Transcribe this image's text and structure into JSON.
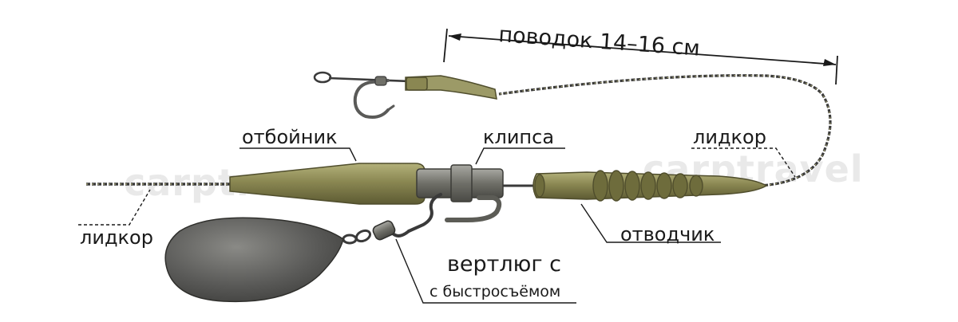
{
  "labels": {
    "leader_length": "поводок 14–16 см",
    "tail_rubber": "отбойник",
    "clip": "клипса",
    "leadcore_right": "лидкор",
    "leadcore_left": "лидкор",
    "anti_tangle_sleeve": "отводчик",
    "swivel_line1": "вертлюг с",
    "swivel_line2": "с быстросъёмом"
  },
  "watermarks": [
    "carptravel",
    "carptravel"
  ],
  "colors": {
    "olive": "#8a8752",
    "olive_dark": "#5d5b33",
    "metal": "#6f6f68",
    "lead": "#5a5a58",
    "line": "#3a3a3a"
  }
}
